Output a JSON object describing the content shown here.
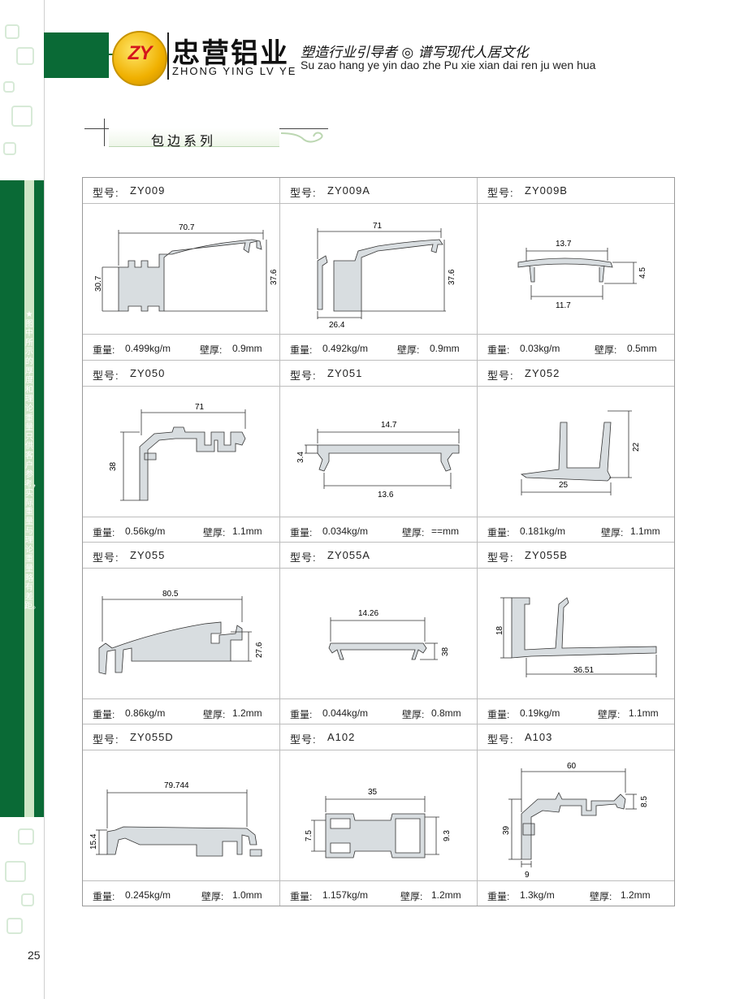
{
  "header": {
    "logo_text": "ZY",
    "brand_cn": "忠营铝业",
    "brand_en": "ZHONG YING LV YE",
    "slogan_cn": "塑造行业引导者 ◎ 谱写现代人居文化",
    "slogan_pinyin": "Su zao hang ye yin dao zhe   Pu xie xian dai ren ju wen hua"
  },
  "section": {
    "title": "包边系列"
  },
  "side_note": "★图中所示的厚度和理论重量只供客户参考，实际重量与理论重量略有差距。",
  "page_number": "25",
  "colors": {
    "brand_green": "#0a6a36",
    "logo_gold": "#f0b000",
    "logo_red": "#d4161c"
  },
  "labels": {
    "model": "型号:",
    "weight": "重量:",
    "thickness": "壁厚:"
  },
  "products": [
    {
      "model": "ZY009",
      "weight": "0.499kg/m",
      "thickness": "0.9mm",
      "dims": [
        "70.7",
        "30.7",
        "37.6"
      ]
    },
    {
      "model": "ZY009A",
      "weight": "0.492kg/m",
      "thickness": "0.9mm",
      "dims": [
        "71",
        "37.6",
        "26.4"
      ]
    },
    {
      "model": "ZY009B",
      "weight": "0.03kg/m",
      "thickness": "0.5mm",
      "dims": [
        "13.7",
        "4.5",
        "11.7"
      ]
    },
    {
      "model": "ZY050",
      "weight": "0.56kg/m",
      "thickness": "1.1mm",
      "dims": [
        "71",
        "38"
      ]
    },
    {
      "model": "ZY051",
      "weight": "0.034kg/m",
      "thickness": "==mm",
      "dims": [
        "14.7",
        "3.4",
        "13.6"
      ]
    },
    {
      "model": "ZY052",
      "weight": "0.181kg/m",
      "thickness": "1.1mm",
      "dims": [
        "22",
        "25"
      ]
    },
    {
      "model": "ZY055",
      "weight": "0.86kg/m",
      "thickness": "1.2mm",
      "dims": [
        "80.5",
        "27.6"
      ]
    },
    {
      "model": "ZY055A",
      "weight": "0.044kg/m",
      "thickness": "0.8mm",
      "dims": [
        "14.26",
        "38"
      ]
    },
    {
      "model": "ZY055B",
      "weight": "0.19kg/m",
      "thickness": "1.1mm",
      "dims": [
        "18",
        "36.51"
      ]
    },
    {
      "model": "ZY055D",
      "weight": "0.245kg/m",
      "thickness": "1.0mm",
      "dims": [
        "79.744",
        "15.4"
      ]
    },
    {
      "model": "A102",
      "weight": "1.157kg/m",
      "thickness": "1.2mm",
      "dims": [
        "35",
        "7.5",
        "9.3"
      ]
    },
    {
      "model": "A103",
      "weight": "1.3kg/m",
      "thickness": "1.2mm",
      "dims": [
        "60",
        "8.5",
        "39",
        "9"
      ]
    }
  ]
}
